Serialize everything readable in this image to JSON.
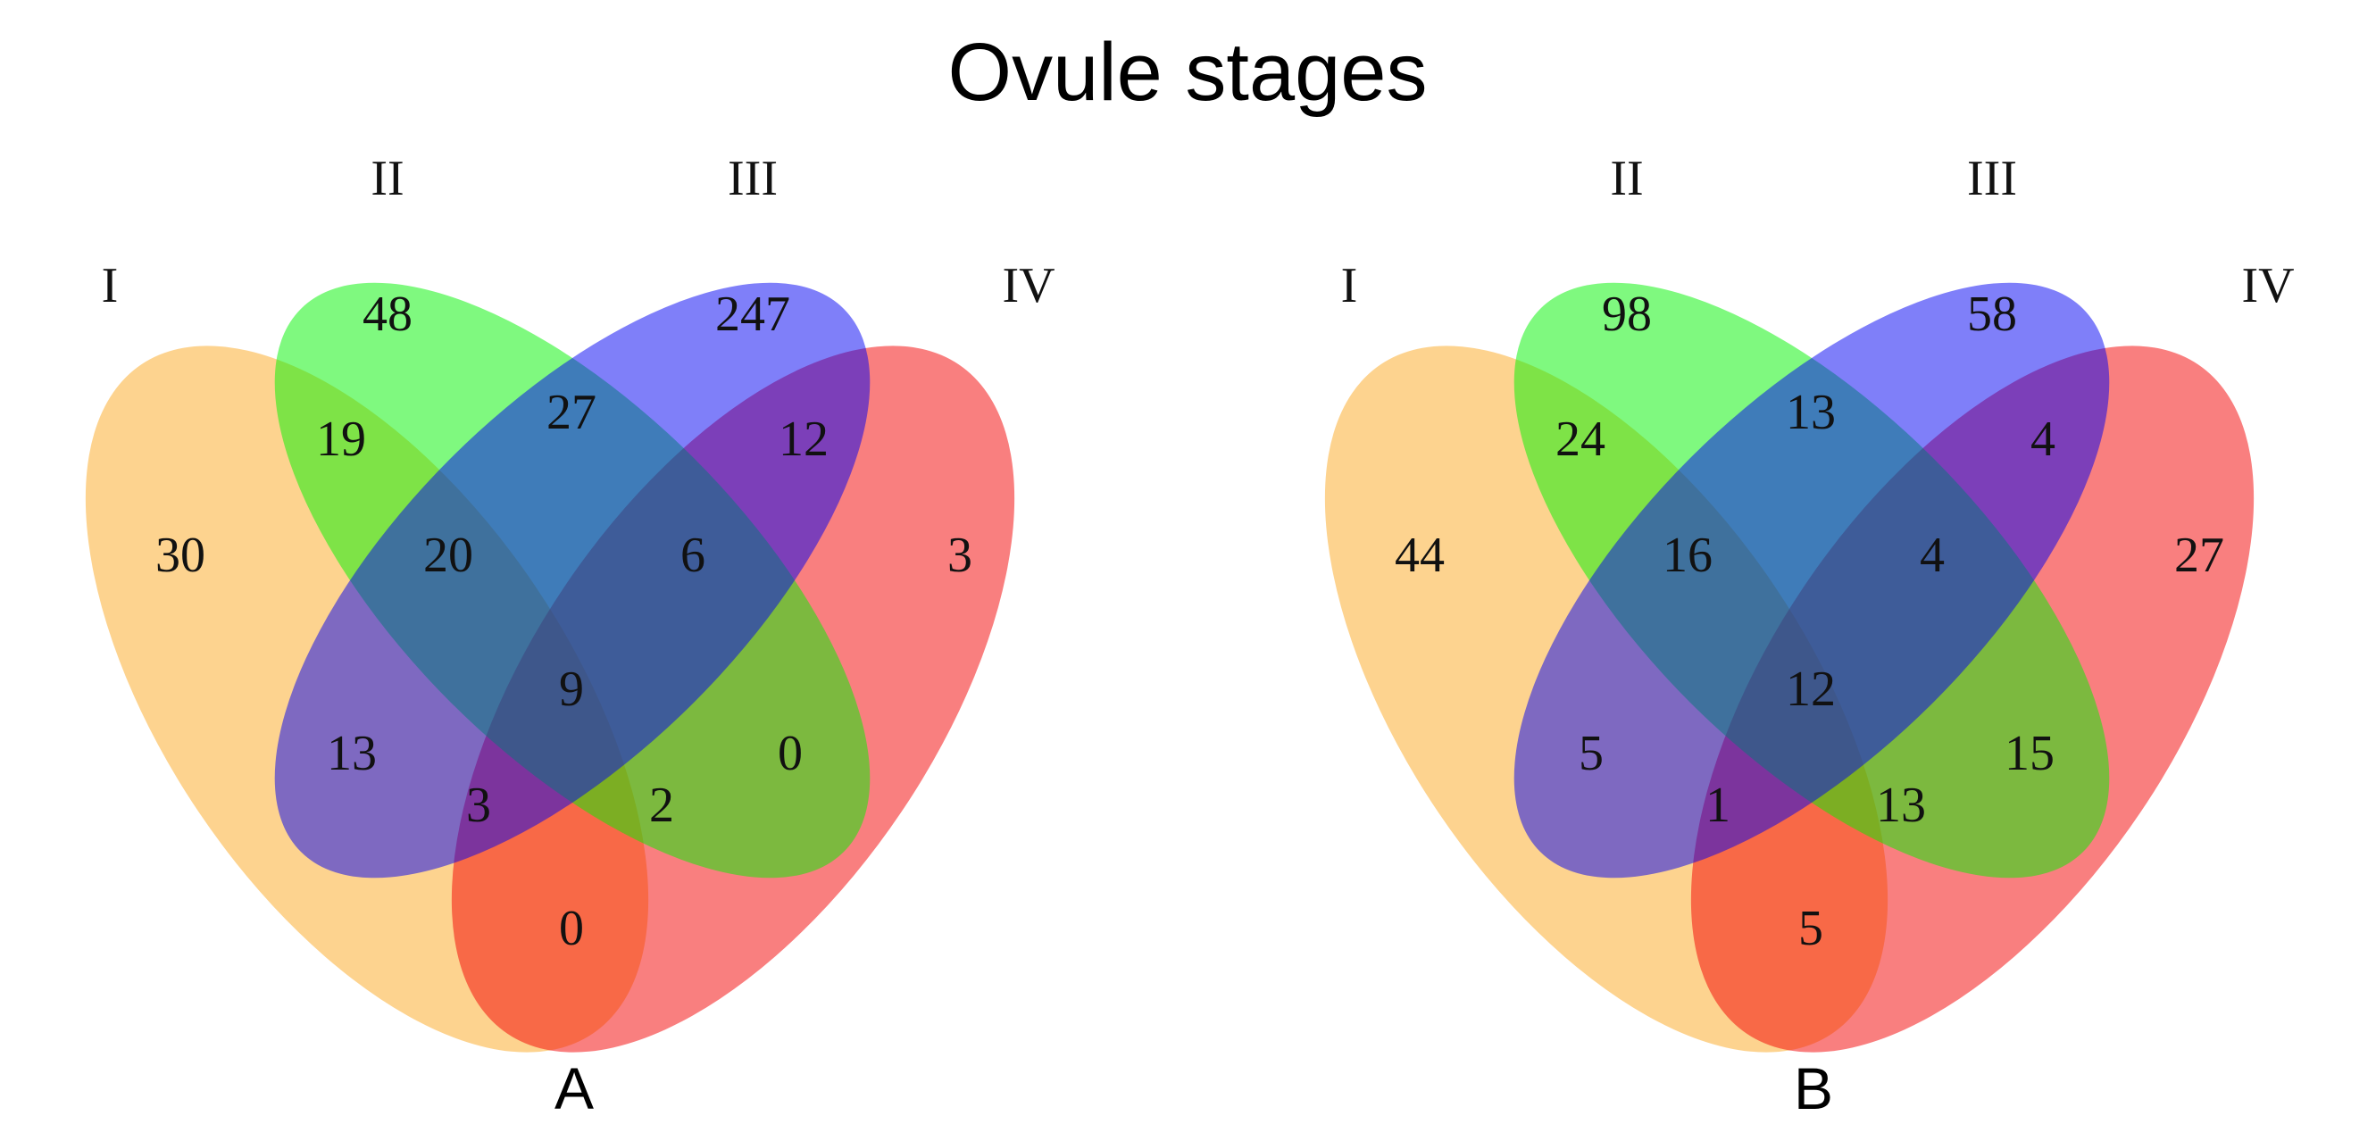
{
  "title": "Ovule stages",
  "set_colors": {
    "I": "#fca71f",
    "II": "#00f400",
    "III": "#0000f4",
    "IV": "#f40000"
  },
  "panels": [
    {
      "label": "A",
      "sets": [
        "I",
        "II",
        "III",
        "IV"
      ],
      "counts": {
        "I": "30",
        "II": "48",
        "III": "247",
        "IV": "3",
        "I_II": "19",
        "II_III": "27",
        "III_IV": "12",
        "I_II_III": "20",
        "II_III_IV": "6",
        "I_II_III_IV": "9",
        "I_III": "13",
        "II_IV": "0",
        "I_III_IV": "3",
        "I_II_IV": "2",
        "I_IV": "0"
      }
    },
    {
      "label": "B",
      "sets": [
        "I",
        "II",
        "III",
        "IV"
      ],
      "counts": {
        "I": "44",
        "II": "98",
        "III": "58",
        "IV": "27",
        "I_II": "24",
        "II_III": "13",
        "III_IV": "4",
        "I_II_III": "16",
        "II_III_IV": "4",
        "I_II_III_IV": "12",
        "I_III": "5",
        "II_IV": "15",
        "I_III_IV": "1",
        "I_II_IV": "13",
        "I_IV": "5"
      }
    }
  ]
}
